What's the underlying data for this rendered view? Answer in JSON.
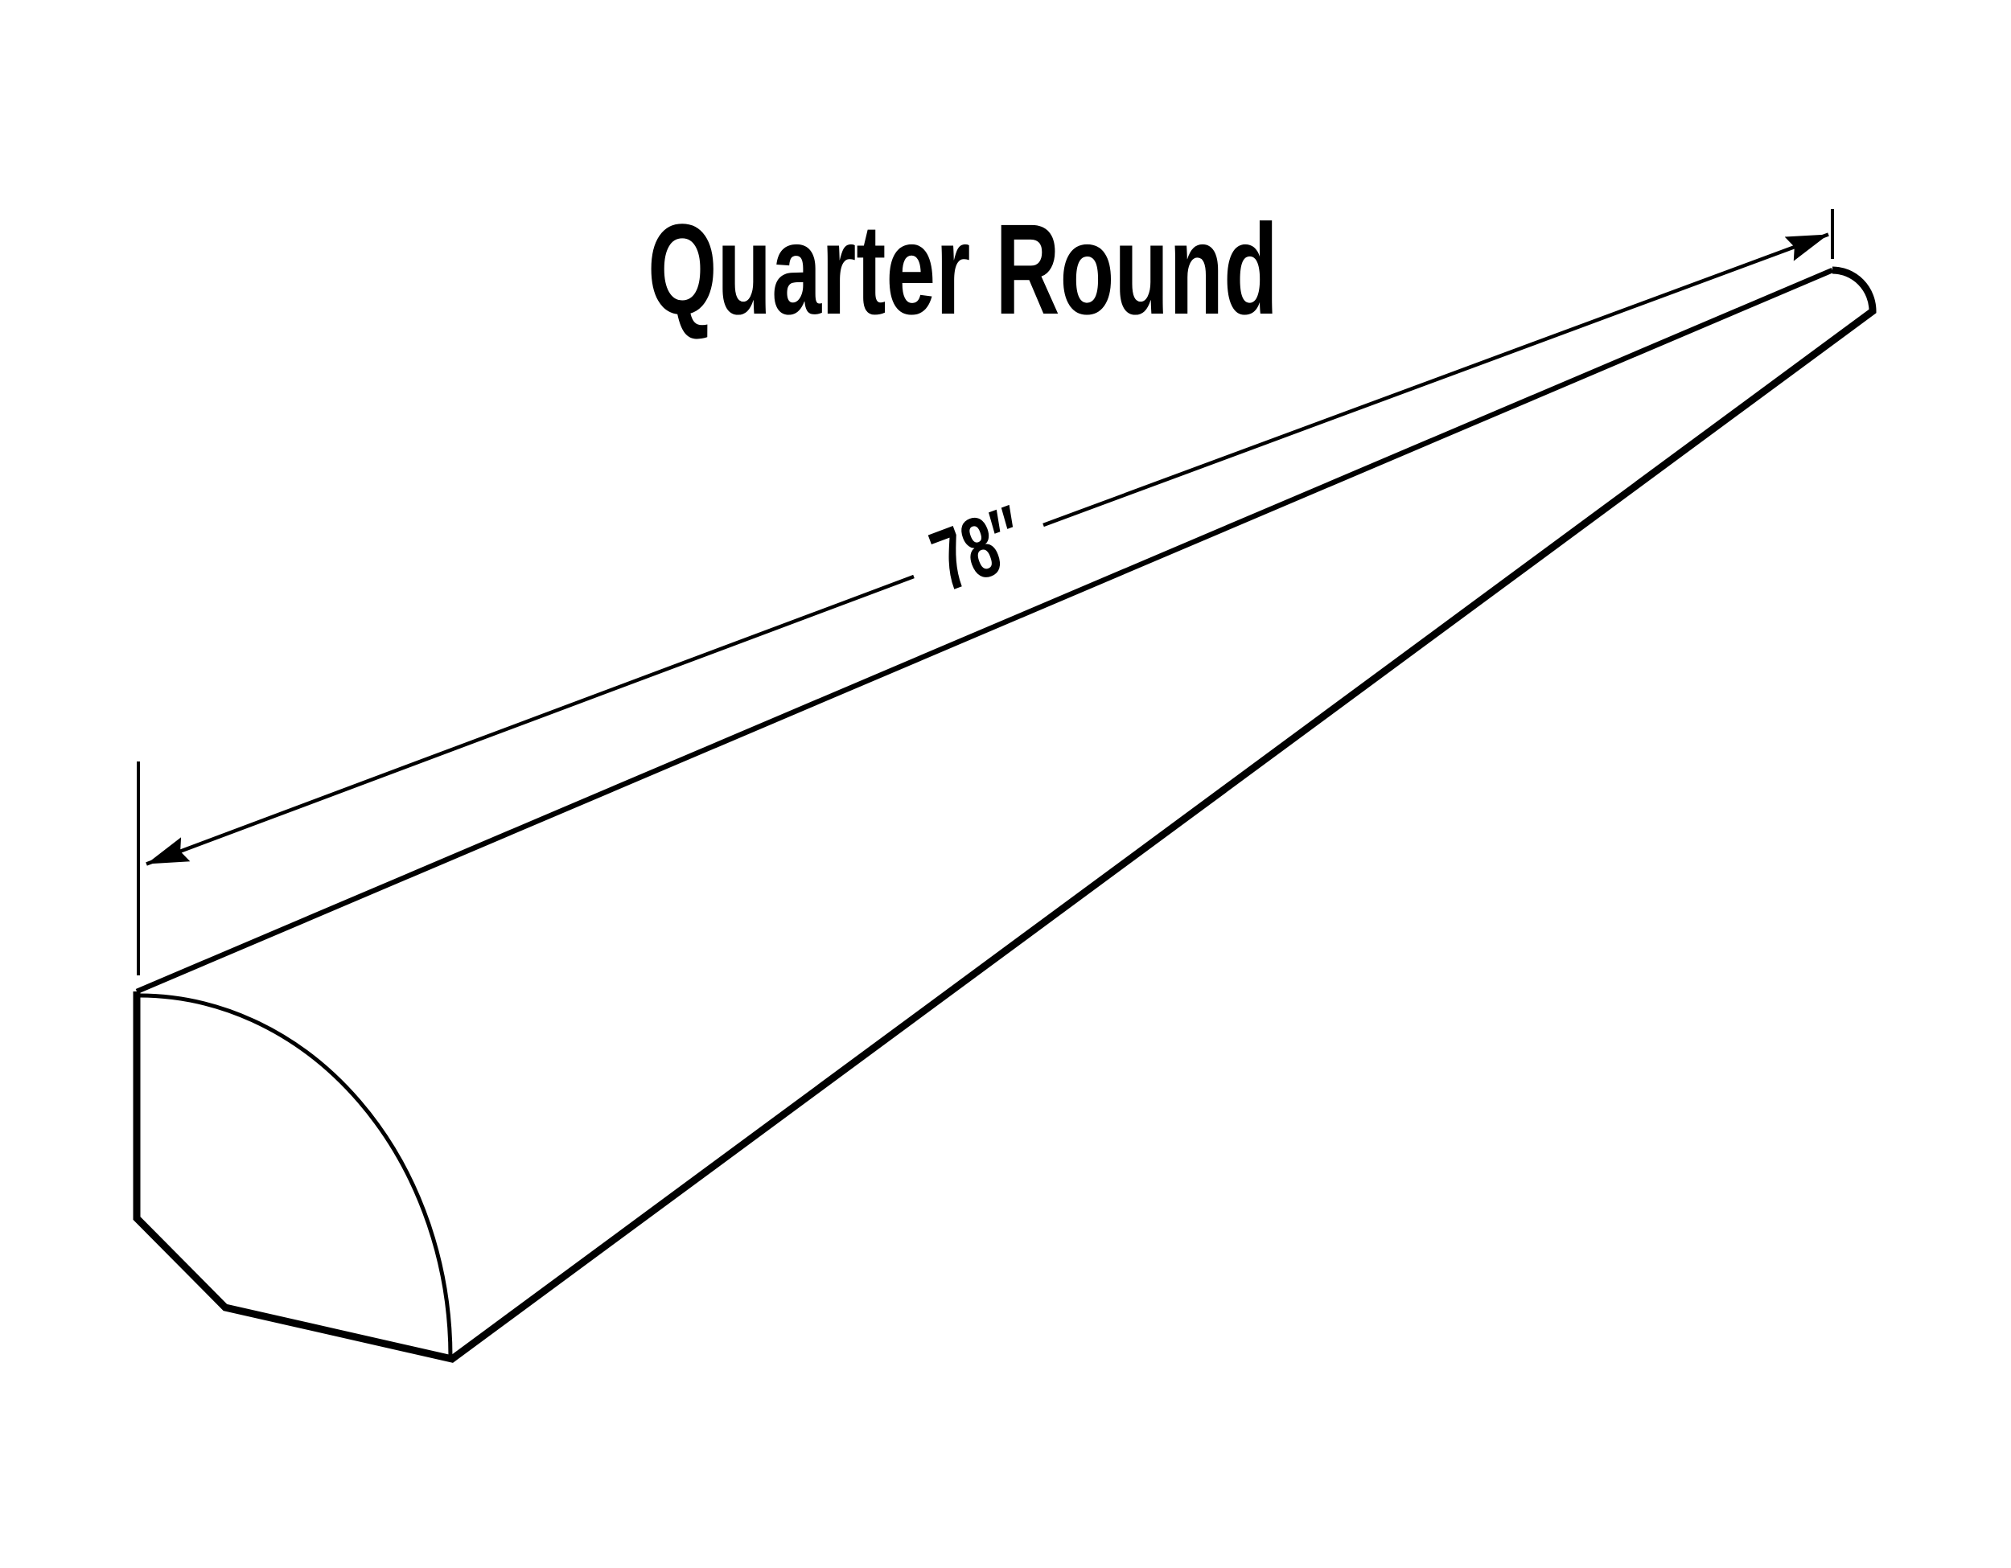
{
  "page": {
    "background_color": "#ffffff",
    "ink_color": "#000000"
  },
  "diagram": {
    "title": "Quarter Round",
    "dimension": {
      "label": "78″",
      "value_inches": 78
    }
  }
}
